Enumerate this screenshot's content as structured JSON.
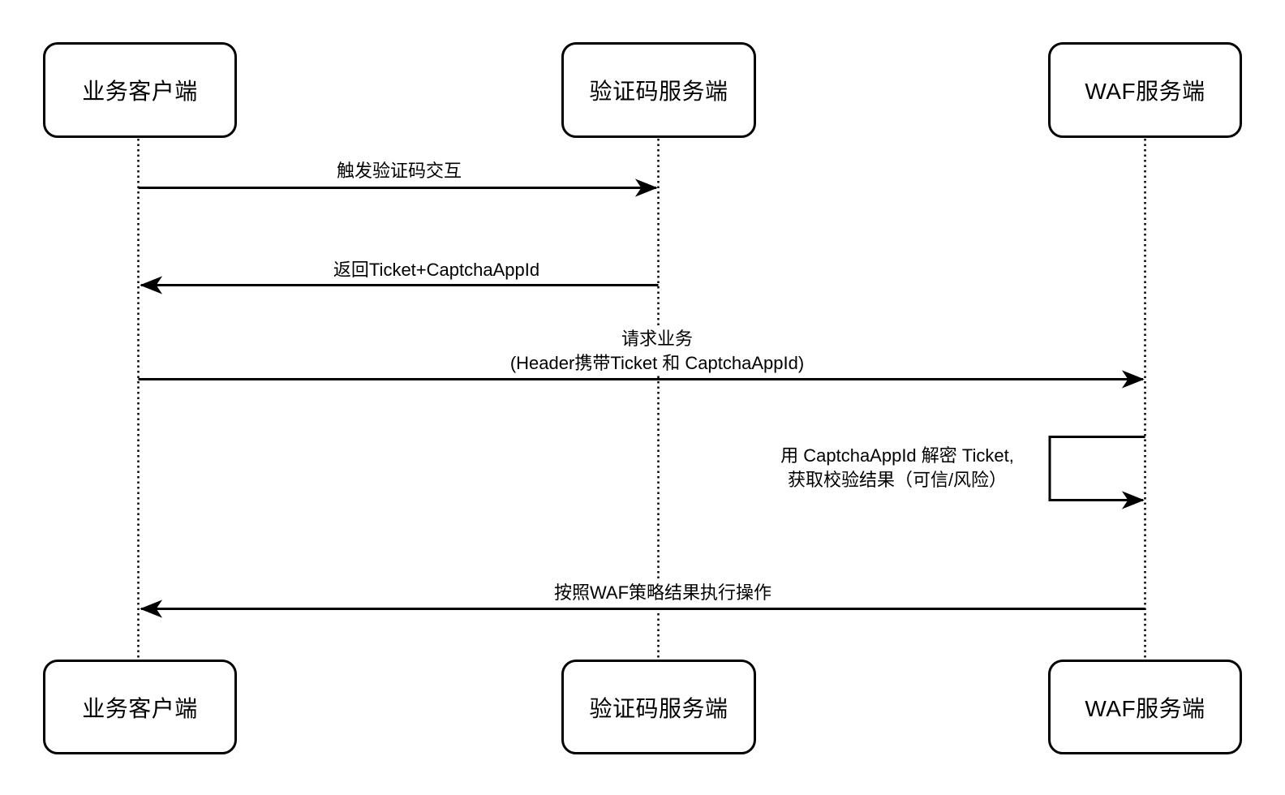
{
  "diagram": {
    "type": "sequence-diagram",
    "colors": {
      "stroke": "#000000",
      "text": "#000000",
      "background": "#ffffff"
    },
    "actors": [
      {
        "name": "业务客户端"
      },
      {
        "name": "验证码服务端"
      },
      {
        "name": "WAF服务端"
      }
    ],
    "messages": [
      {
        "from": "业务客户端",
        "to": "验证码服务端",
        "direction": "right",
        "text": "触发验证码交互"
      },
      {
        "from": "验证码服务端",
        "to": "业务客户端",
        "direction": "left",
        "text": "返回Ticket+CaptchaAppId"
      },
      {
        "from": "业务客户端",
        "to": "WAF服务端",
        "direction": "right",
        "text": "请求业务",
        "text2": "(Header携带Ticket 和 CaptchaAppId)"
      },
      {
        "from": "WAF服务端",
        "to": "WAF服务端",
        "direction": "self",
        "text": "用 CaptchaAppId 解密 Ticket,",
        "text2": "获取校验结果（可信/风险）"
      },
      {
        "from": "WAF服务端",
        "to": "业务客户端",
        "direction": "left",
        "text": "按照WAF策略结果执行操作"
      }
    ]
  }
}
